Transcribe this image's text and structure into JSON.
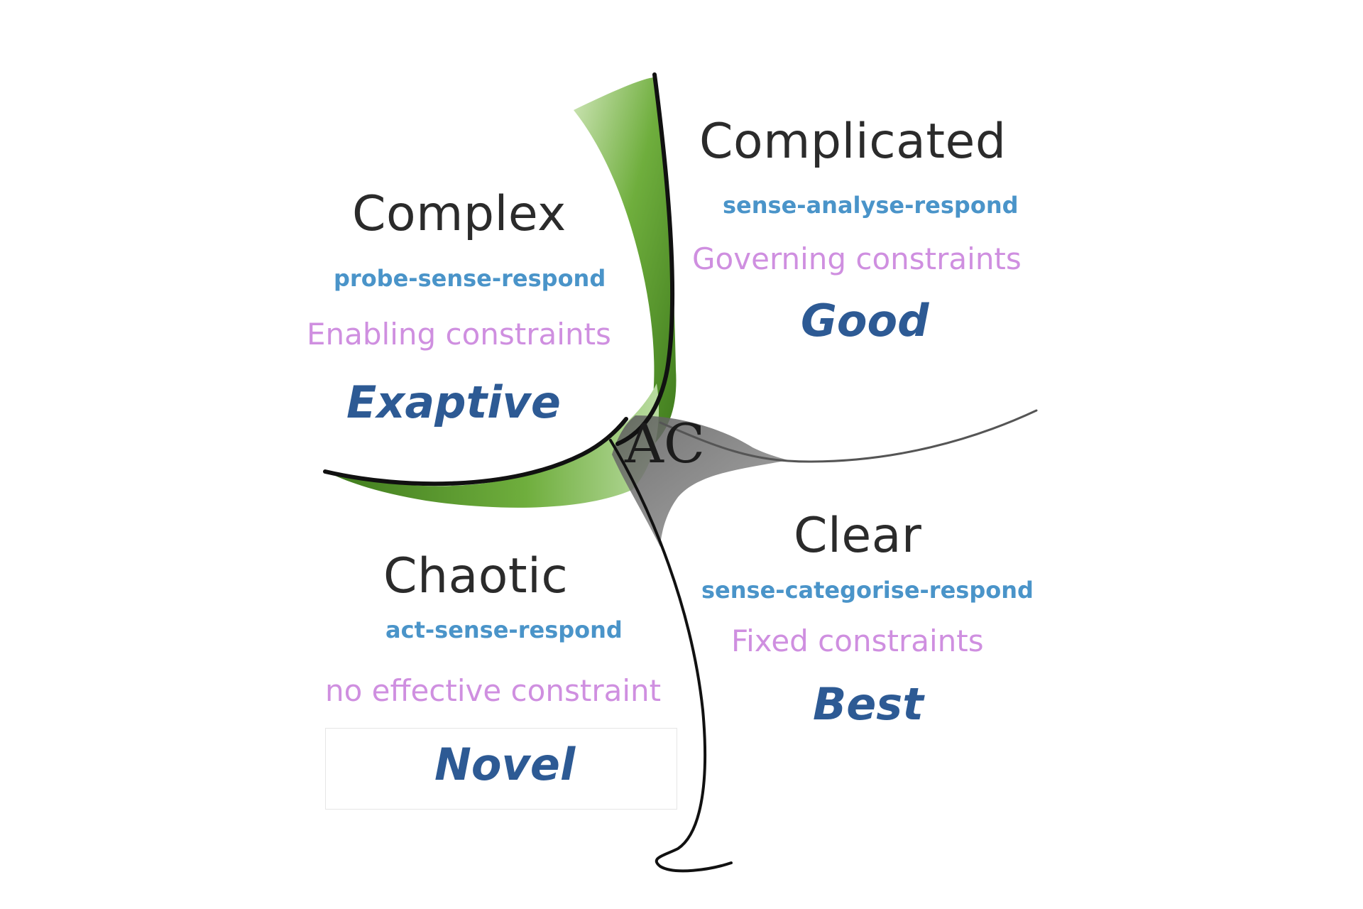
{
  "center_label": "AC",
  "domains": {
    "complex": {
      "name": "Complex",
      "practice": "probe-sense-respond",
      "constraint": "Enabling constraints",
      "outcome": "Exaptive"
    },
    "complicated": {
      "name": "Complicated",
      "practice": "sense-analyse-respond",
      "constraint": "Governing constraints",
      "outcome": "Good"
    },
    "chaotic": {
      "name": "Chaotic",
      "practice": "act-sense-respond",
      "constraint": "no effective constraint",
      "outcome": "Novel"
    },
    "clear": {
      "name": "Clear",
      "practice": "sense-categorise-respond",
      "constraint": "Fixed constraints",
      "outcome": "Best"
    }
  },
  "colors": {
    "domain_name": "#2b2b2b",
    "practice": "#4a94c9",
    "constraint": "#cf8fe0",
    "outcome": "#2d5a94",
    "green_accent": "#5a9a2e",
    "grey_accent": "#7a7a7a"
  }
}
